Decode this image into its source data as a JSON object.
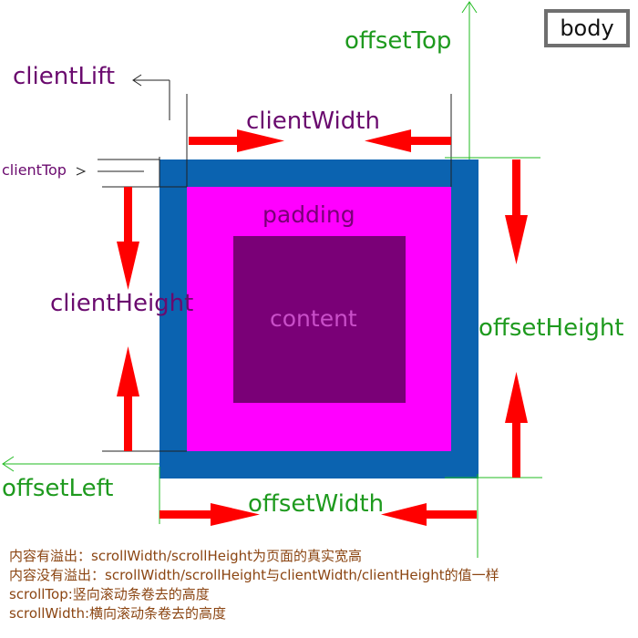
{
  "labels": {
    "body": "body",
    "offset_top": "offsetTop",
    "client_left": "clientLift",
    "client_width": "clientWidth",
    "client_top": "clientTop",
    "padding": "padding",
    "content": "content",
    "client_height": "clientHeight",
    "offset_height": "offsetHeight",
    "offset_left": "offsetLeft",
    "offset_width": "offsetWidth"
  },
  "notes": [
    "内容有溢出：scrollWidth/scrollHeight为页面的真实宽高",
    "内容没有溢出：scrollWidth/scrollHeight与clientWidth/clientHeight的值一样",
    "scrollTop:竖向滚动条卷去的高度",
    "scrollWidth:横向滚动条卷去的高度"
  ],
  "colors": {
    "border": "#0b63b0",
    "padding": "#ff00ff",
    "content": "#7a0077",
    "arrow": "#ff0000",
    "guide_green": "#22bb22",
    "label_purple": "#6a0a6e",
    "label_green": "#1e9a1e",
    "notes": "#8b4512"
  }
}
